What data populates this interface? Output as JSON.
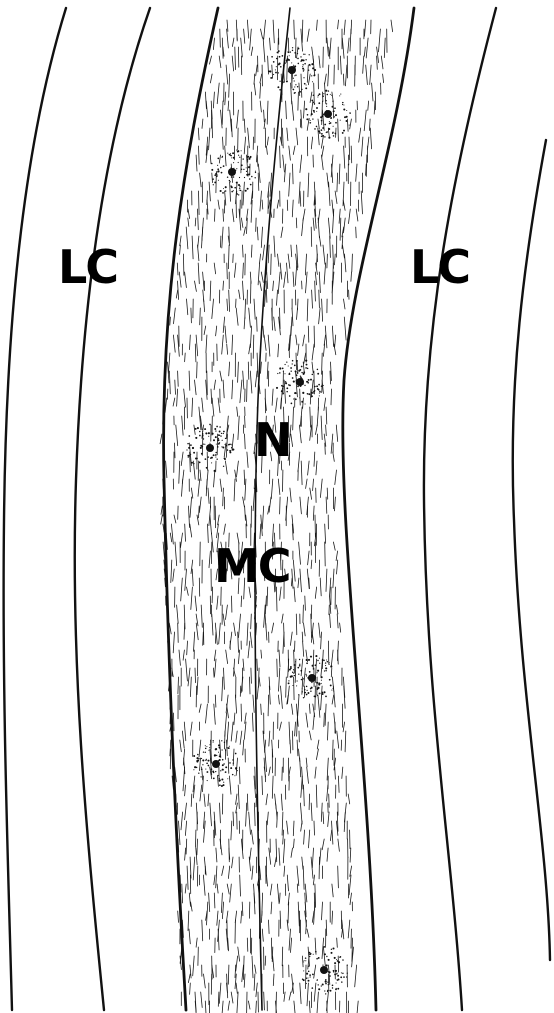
{
  "labels": {
    "lc_left": "LC",
    "lc_right": "LC",
    "n": "N",
    "mc": "MC"
  },
  "colors": {
    "ink": "#111111",
    "background": "#ffffff"
  },
  "nucleus_count": 8
}
